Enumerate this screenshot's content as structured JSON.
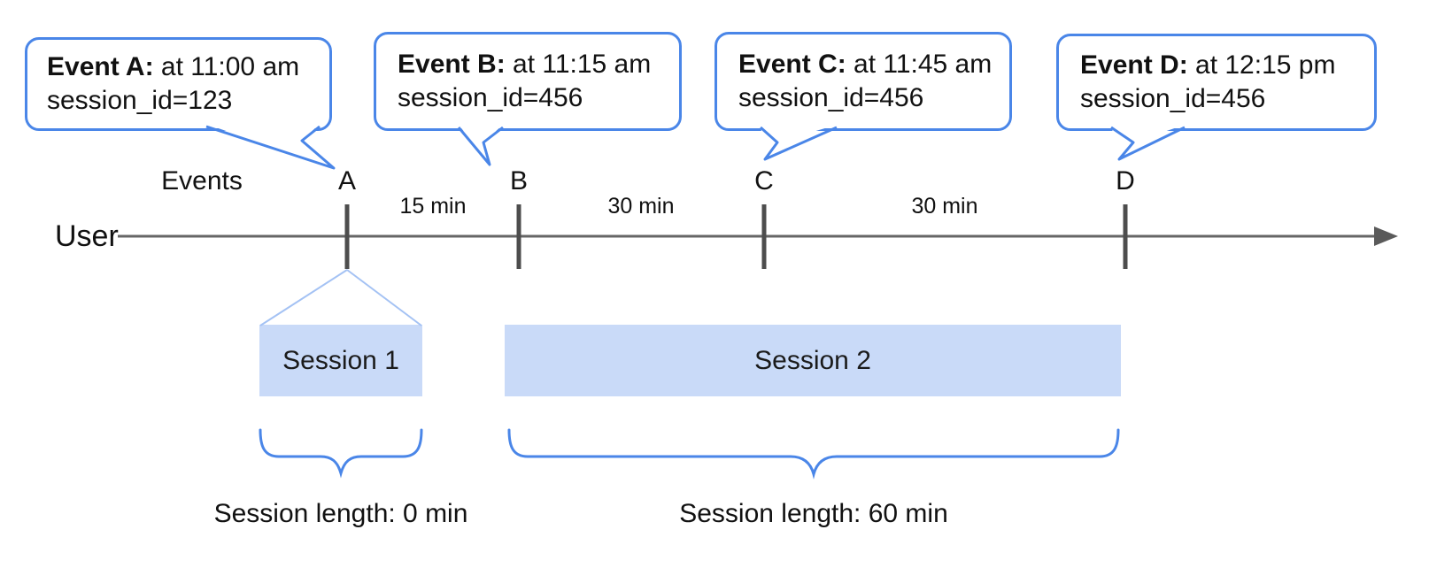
{
  "diagram": {
    "title_hint": "Event sessionization timeline",
    "callouts": [
      {
        "title": "Event A:",
        "detail": " at 11:00 am",
        "line2": "session_id=123"
      },
      {
        "title": "Event B:",
        "detail": " at 11:15 am",
        "line2": "session_id=456"
      },
      {
        "title": "Event C:",
        "detail": " at 11:45 am",
        "line2": "session_id=456"
      },
      {
        "title": "Event D:",
        "detail": " at 12:15 pm",
        "line2": "session_id=456"
      }
    ],
    "events_label": "Events",
    "event_marks": [
      "A",
      "B",
      "C",
      "D"
    ],
    "user_label": "User",
    "gap_labels": [
      "15 min",
      "30 min",
      "30 min"
    ],
    "sessions": [
      {
        "label": "Session 1",
        "length_label": "Session length: 0 min"
      },
      {
        "label": "Session 2",
        "length_label": "Session length: 60 min"
      }
    ],
    "colors": {
      "callout_border": "#4a86e8",
      "session_fill": "#c9daf8",
      "funnel_line": "#a4c2f4",
      "brace": "#4a86e8",
      "timeline": "#666666",
      "tick": "#4d4d4d",
      "text": "#111111"
    }
  }
}
